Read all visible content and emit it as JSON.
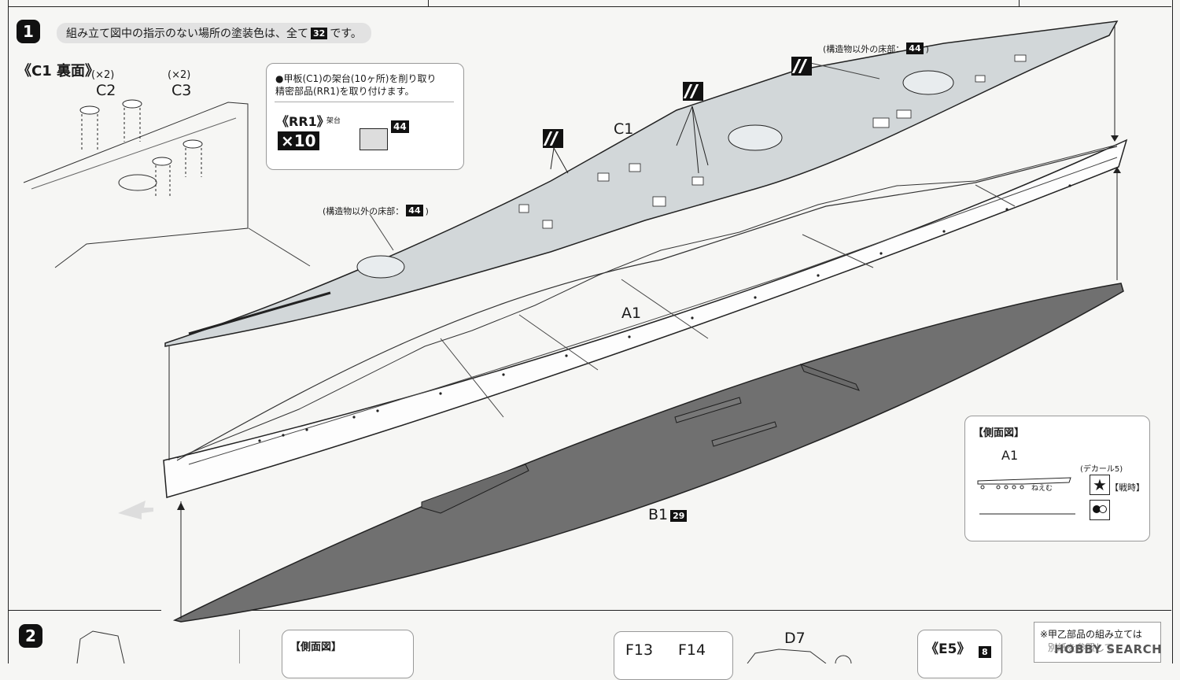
{
  "step1": {
    "number": "1",
    "instruction_pre": "組み立て図中の指示のない場所の塗装色は、全て",
    "instruction_color": "32",
    "instruction_post": "です。",
    "c1_underside": {
      "title": "《C1 裏面》",
      "c2_qty": "(×2)",
      "c2": "C2",
      "c3_qty": "(×2)",
      "c3": "C3"
    },
    "rr1_callout": {
      "line1": "●甲板(C1)の架台(10ヶ所)を削り取り",
      "line2": "精密部品(RR1)を取り付けます。",
      "part": "《RR1》",
      "part_sub": "架台",
      "qty": "×10",
      "color": "44"
    },
    "deck_note": "(構造物以外の床部：",
    "deck_note_end": ")",
    "deck_color": "44",
    "parts": {
      "c1": "C1",
      "a1": "A1",
      "b1": "B1",
      "b1_color": "29"
    },
    "side_view": {
      "title": "【側面図】",
      "a1": "A1",
      "decal": "(デカール5)",
      "wartime": "【戦時】",
      "kana": "ねえむ"
    }
  },
  "step2": {
    "number": "2",
    "side_view_title": "【側面図】",
    "f13": "F13",
    "f14": "F14",
    "d7": "D7",
    "e5": "《E5》",
    "e5_color": "8",
    "note_line1": "※甲乙部品の組み立ては",
    "note_line2": "別紙を参照して"
  },
  "watermark": "HOBBY SEARCH",
  "colors": {
    "deck": "#d2d7d9",
    "hull_bottom": "#707070",
    "ink": "#1a1a1a"
  }
}
